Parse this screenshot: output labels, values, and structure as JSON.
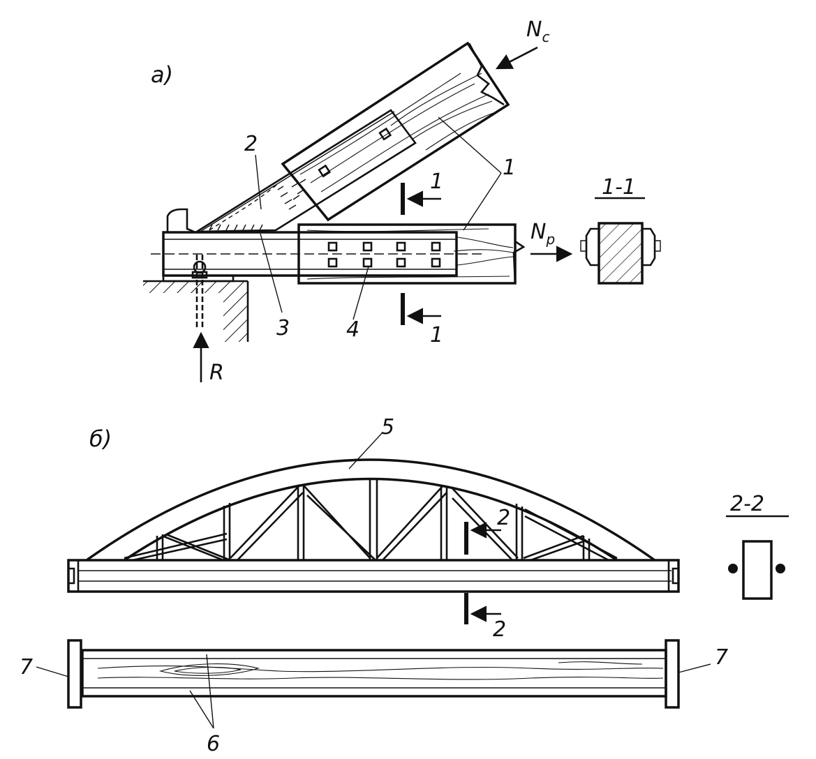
{
  "part_a": {
    "letter": "а)",
    "labels": {
      "n1a": "1",
      "n1b": "1",
      "n2": "2",
      "n3": "3",
      "n4": "4"
    },
    "forces": {
      "nc_main": "N",
      "nc_sub": "c",
      "np_main": "N",
      "np_sub": "p",
      "r": "R"
    },
    "section_marks": {
      "top": "1",
      "bottom": "1"
    },
    "section_title": "1-1"
  },
  "part_b": {
    "letter": "б)",
    "labels": {
      "n5": "5",
      "n6": "6",
      "n7_left": "7",
      "n7_right": "7"
    },
    "section_marks": {
      "top": "2",
      "bottom": "2"
    },
    "section_title": "2-2"
  },
  "colors": {
    "ink": "#111111",
    "paper": "#ffffff"
  }
}
